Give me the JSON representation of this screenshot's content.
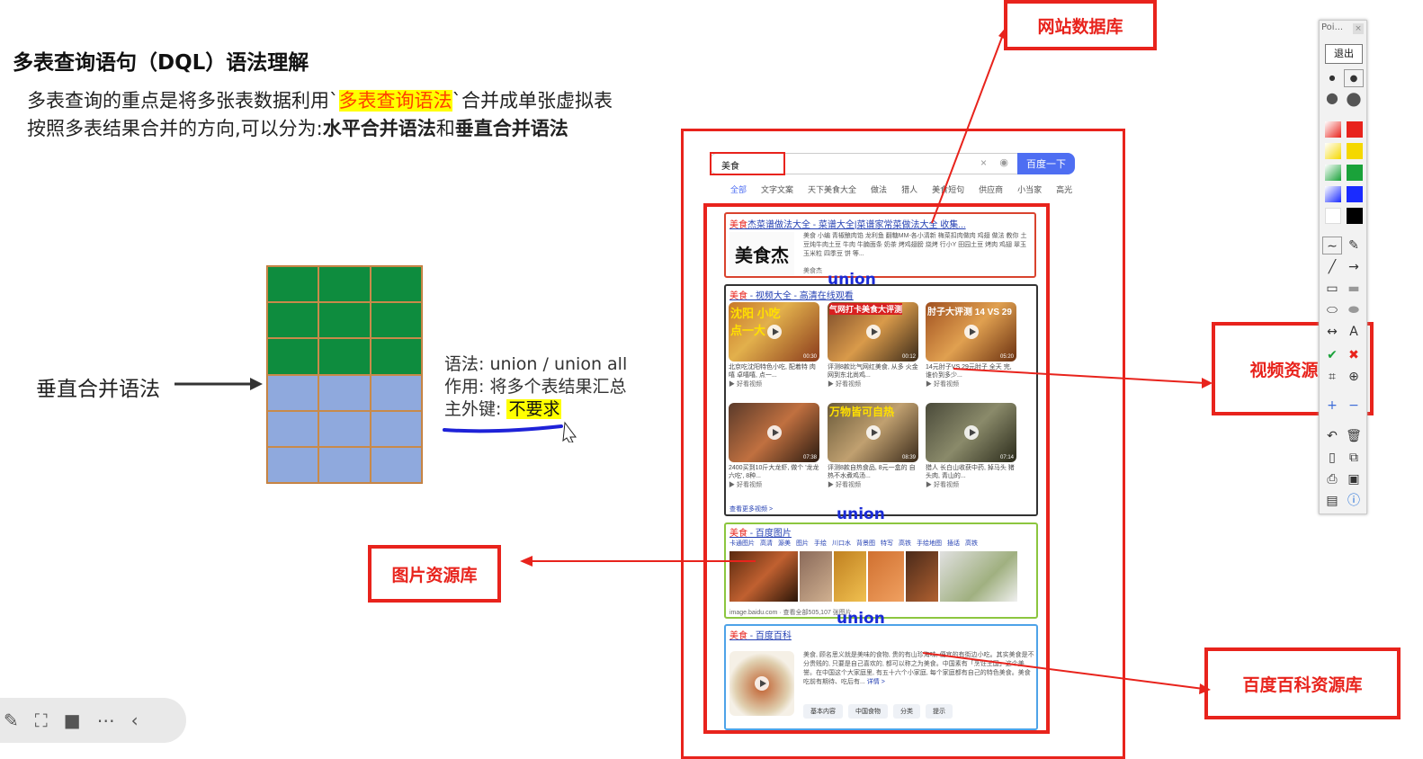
{
  "slide": {
    "title": "多表查询语句（DQL）语法理解",
    "line1_a": "多表查询的重点是将多张表数据利用`",
    "line1_hl": "多表查询语法",
    "line1_b": "`合并成单张虚拟表",
    "line2_a": "按照多表结果合并的方向,可以分为:",
    "line2_b": "水平合并语法",
    "line2_c": "和",
    "line2_d": "垂直合并语法",
    "vertical_label": "垂直合并语法",
    "syntax_line": "语法: union / union all",
    "effect_line": "作用: 将多个表结果汇总",
    "key_label": "主外键: ",
    "key_value": "不要求",
    "colors": {
      "green": "#0e8c3e",
      "blue": "#8fa9dd",
      "red": "#e8231c",
      "union": "#1a2bd6"
    }
  },
  "annotations": {
    "website_db": "网站数据库",
    "video_db": "视频资源库",
    "image_db": "图片资源库",
    "baike_db": "百度百科资源库",
    "union": "union"
  },
  "search": {
    "query": "美食",
    "button": "百度一下",
    "tabs": [
      "全部",
      "文字文案",
      "天下美食大全",
      "做法",
      "猎人",
      "美食短句",
      "供应商",
      "小当家",
      "高光"
    ],
    "result1_title_em": "美食",
    "result1_title": "杰菜谱做法大全 - 菜谱大全|菜谱家常菜做法大全 收集...",
    "result1_desc": "美食 小编 青椒酿肉馅 龙利鱼 翻糖MM-各小清新 梅菜扣肉做肉 鸡翅 做法 教你 土豆炖牛肉土豆 牛肉 牛腩面条 奶茶 烤鸡翅膀 烧烤 行小Y 田园土豆 烤肉 鸡翅 翠玉 玉米粒 四季豆 饼 等...",
    "result1_src": "美食杰",
    "result1_logo": "美食杰",
    "result2_title_em": "美食",
    "result2_title": " - 视频大全 - 高清在线观看",
    "videos": [
      {
        "cap": "沈阳 小吃 点一大",
        "desc": "北京吃沈阳特色小吃, 配着特 肉嘻 卓嘻嘻, 点一...",
        "src": "好看视频",
        "time": "00:30"
      },
      {
        "cap": "气网打卡美食大评测",
        "desc": "评测8款比气网红美食, 从多 火金网到东北尚鸡...",
        "src": "好看视频",
        "time": "00:12"
      },
      {
        "cap": "肘子大评测 14 VS 29",
        "desc": "14元肘子VS 29元肘子 全天 完, 谁价到多少...",
        "src": "好看视频",
        "time": "05:20"
      },
      {
        "cap": "",
        "desc": "2400买到10斤大龙虾, 做个 '龙龙六吃', 8种...",
        "src": "好看视频",
        "time": "07:38"
      },
      {
        "cap": "万物皆可自热",
        "desc": "评测8款自热食品, 8元一盒的 自热不水煮鸡汤...",
        "src": "好看视频",
        "time": "08:39"
      },
      {
        "cap": "",
        "desc": "猎人 长白山收获中药, 掉马头 猪头肉, 青山的...",
        "src": "好看视频",
        "time": "07:14"
      }
    ],
    "more_videos": "查看更多视频 >",
    "result3_title_em": "美食",
    "result3_title": " - 百度图片",
    "image_tags": [
      "卡通图片",
      "高清",
      "源美",
      "图片",
      "手绘",
      "川口水",
      "背景图",
      "特写",
      "高铁",
      "手绘地图",
      "插话",
      "高铁"
    ],
    "image_src": "image.baidu.com",
    "image_more": "查看全部505,107 张图片",
    "result4_title_em": "美食",
    "result4_title": " - 百度百科",
    "baike_desc": "美食, 顾名思义就是美味的食物, 贵的有山珍海味, 便宜的有街边小吃。其实美食是不分贵贱的, 只要是自己喜欢的, 都可以称之为美食。中国素有「烹饪王国」这个美誉。在中国这个大家庭里, 有五十六个小家庭, 每个家庭都有自己的特色美食。美食吃前有期待、吃后有...",
    "baike_more": "详情 >",
    "baike_tags": [
      "基本内容",
      "中国食物",
      "分类",
      "提示"
    ]
  },
  "toolbar": {
    "title": "Poi...",
    "exit": "退出",
    "colors": [
      "#e8231c",
      "#f5d800",
      "#1aa23a",
      "#1a2bff",
      "#ffffff",
      "#000000"
    ]
  },
  "bottom_bar": {
    "icons": [
      "pencil-icon",
      "screenshot-icon",
      "camera-icon",
      "more-icon",
      "collapse-icon"
    ]
  }
}
